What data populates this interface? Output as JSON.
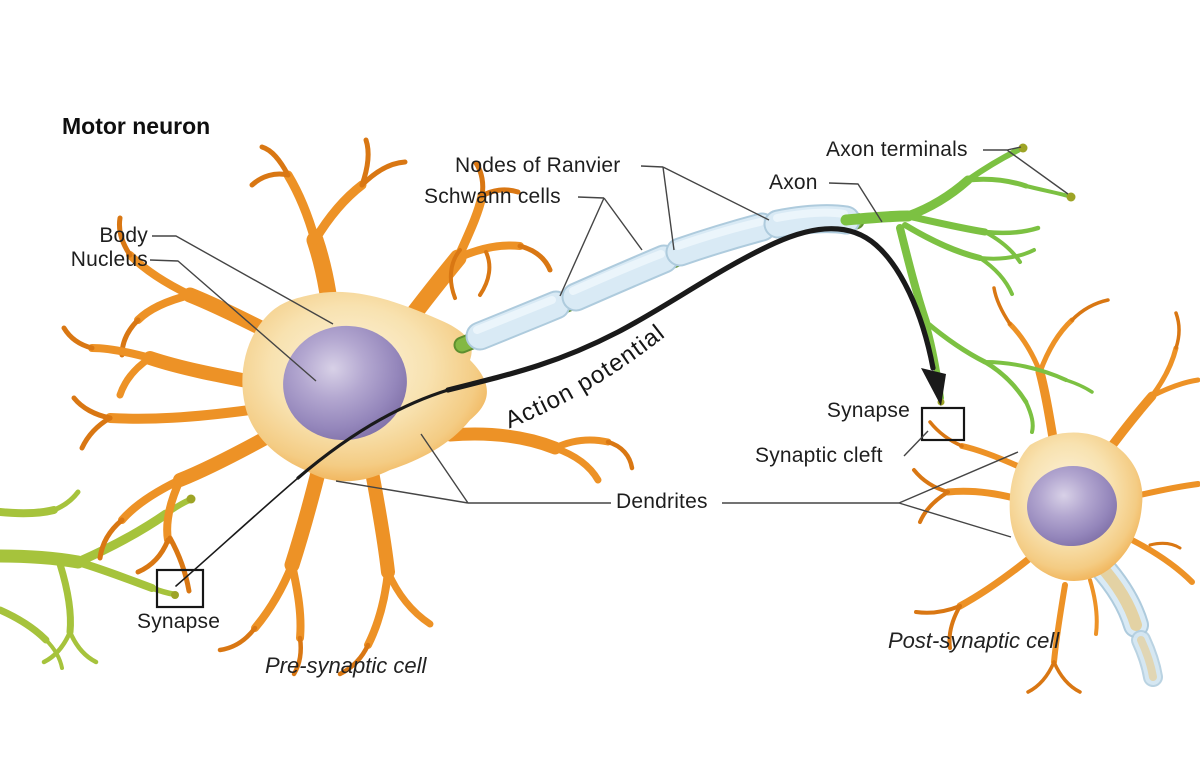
{
  "figure": {
    "title": "Motor neuron",
    "labels": {
      "body": "Body",
      "nucleus": "Nucleus",
      "nodes_of_ranvier": "Nodes of Ranvier",
      "schwann_cells": "Schwann cells",
      "axon": "Axon",
      "axon_terminals": "Axon terminals",
      "synapse_upper": "Synapse",
      "synaptic_cleft": "Synaptic cleft",
      "dendrites": "Dendrites",
      "synapse_lower": "Synapse",
      "action_potential": "Action potential",
      "pre_synaptic_cell": "Pre-synaptic cell",
      "post_synaptic_cell": "Post-synaptic cell"
    },
    "colors": {
      "dendrite_orange": "#ED9226",
      "dendrite_deep": "#D97713",
      "soma_cream": "#F8E2B0",
      "soma_rim": "#EA9630",
      "nucleus_purple": "#9486BB",
      "axon_green": "#83B843",
      "terminal_green": "#7CC142",
      "terminal2_green": "#A6C33C",
      "olive_tip": "#9DA426",
      "myelin_blue": "#D9EAF5",
      "arrow_black": "#1A1A1A",
      "leader_line": "#454545"
    }
  }
}
